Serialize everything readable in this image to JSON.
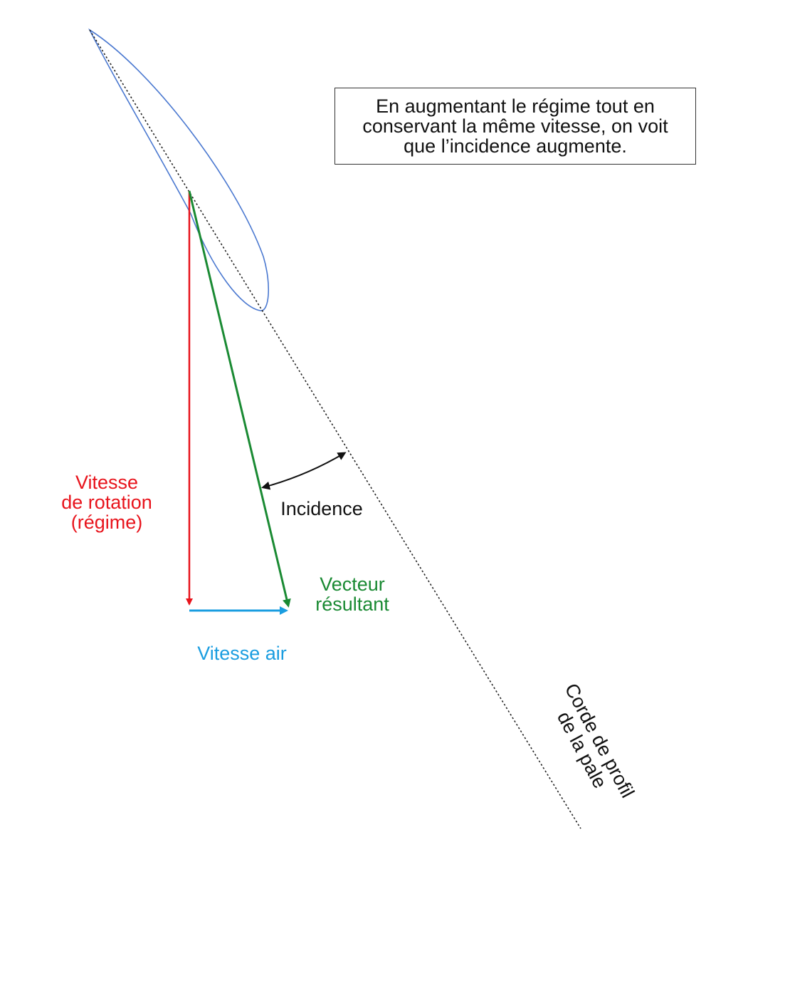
{
  "info_box": {
    "lines": [
      "En augmentant le régime tout en",
      "conservant la même vitesse, on voit",
      "que l’incidence augmente."
    ]
  },
  "labels": {
    "rotation": {
      "lines": [
        "Vitesse",
        "de rotation",
        "(régime)"
      ]
    },
    "resultant": {
      "lines": [
        "Vecteur",
        "résultant"
      ]
    },
    "air_speed": "Vitesse air",
    "incidence": "Incidence",
    "chord": {
      "lines": [
        "Corde de profil",
        "de la pale"
      ]
    }
  },
  "colors": {
    "rotation": "#e8141c",
    "resultant": "#1a8a33",
    "air_speed": "#1a9de0",
    "airfoil": "#4a78d0",
    "chord": "#222222",
    "incidence": "#111111"
  }
}
